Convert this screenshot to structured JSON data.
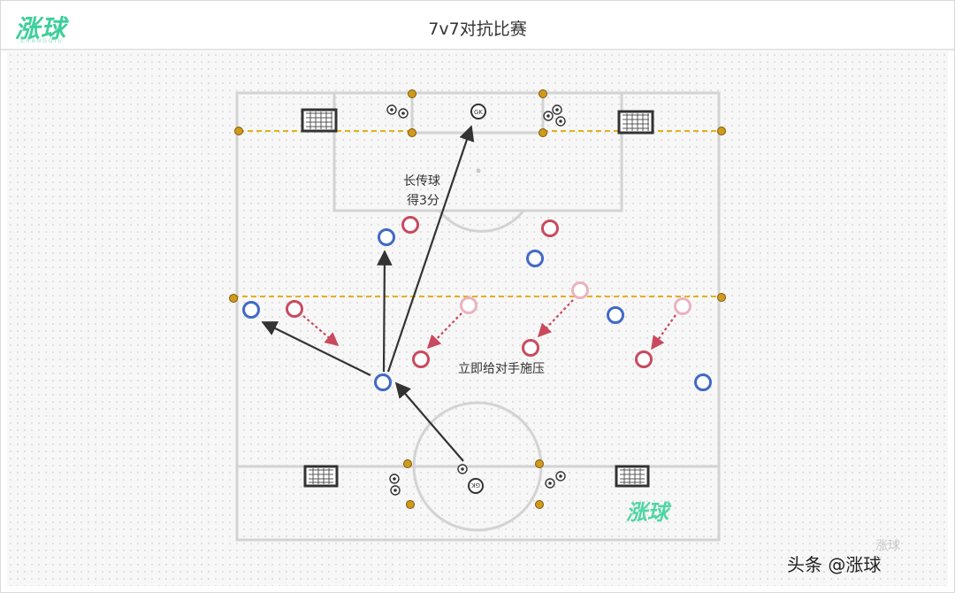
{
  "header": {
    "logo_text": "涨球",
    "logo_sub": "ZHANGQIU",
    "title": "7v7对抗比赛"
  },
  "diagram": {
    "long_pass_label_line1": "长传球",
    "long_pass_label_line2": "得3分",
    "press_label": "立即给对手施压",
    "gk_label": "GK",
    "watermark": "涨球"
  },
  "colors": {
    "blue_team": "#4169c6",
    "red_team": "#c94a5e",
    "red_faded": "#eab3bf",
    "boundary_line": "#e4b118",
    "cone": "#d19a1a",
    "pitch_line": "#d3d3d3",
    "arrow": "#333333",
    "brand": "#3fcf9a"
  },
  "footer": {
    "credit": "头条 @涨球",
    "ghost": "涨球"
  }
}
